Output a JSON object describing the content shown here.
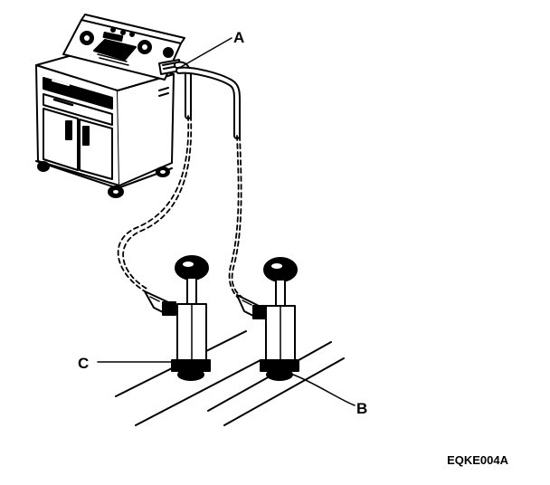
{
  "callouts": {
    "a": "A",
    "b": "B",
    "c": "C"
  },
  "figure_code": "EQKE004A",
  "colors": {
    "ink": "#000000",
    "paper": "#ffffff"
  }
}
